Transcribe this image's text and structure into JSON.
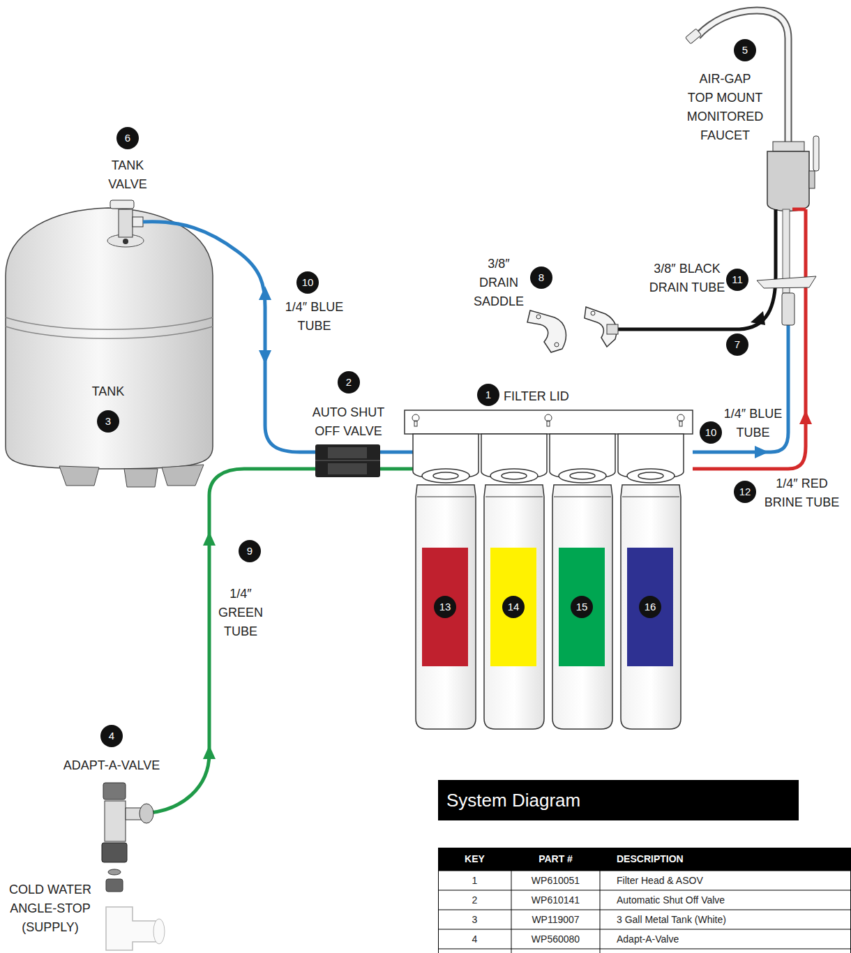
{
  "diagram": {
    "title": "System Diagram",
    "nodes": [
      {
        "text": [
          "5",
          "AIR-GAP TOP MOUNT MONITORED FAUCET"
        ]
      },
      {
        "text": [
          "6",
          "TANK VALVE"
        ]
      },
      {
        "text": [
          "8",
          "3/8″ DRAIN SADDLE"
        ]
      },
      {
        "text": [
          "11",
          "3/8″ BLACK DRAIN TUBE"
        ]
      },
      {
        "text": [
          "10",
          "1/4″ BLUE TUBE"
        ]
      },
      {
        "text": [
          "7"
        ]
      },
      {
        "text": [
          "2",
          "AUTO SHUT OFF VALVE"
        ]
      },
      {
        "text": [
          "1",
          "FILTER LID"
        ]
      },
      {
        "text": [
          "3",
          "TANK"
        ]
      },
      {
        "text": [
          "10",
          "1/4″ BLUE TUBE"
        ]
      },
      {
        "text": [
          "12",
          "1/4″ RED BRINE TUBE"
        ]
      },
      {
        "text": [
          "9",
          "1/4″ GREEN TUBE"
        ]
      },
      {
        "text": [
          "13"
        ]
      },
      {
        "text": [
          "14"
        ]
      },
      {
        "text": [
          "15"
        ]
      },
      {
        "text": [
          "16"
        ]
      },
      {
        "text": [
          "4",
          "ADAPT-A-VALVE"
        ]
      }
    ],
    "labels": [
      "COLD WATER ANGLE-STOP (SUPPLY)",
      "KEY",
      "PART #",
      "DESCRIPTION",
      "1",
      "WP610051",
      "Filter Head & ASOV",
      "2",
      "WP610141",
      "Automatic Shut Off Valve",
      "3",
      "WP119007",
      "3 Gall Metal Tank (White)",
      "4",
      "WP560080",
      "Adapt-A-Valve"
    ]
  }
}
